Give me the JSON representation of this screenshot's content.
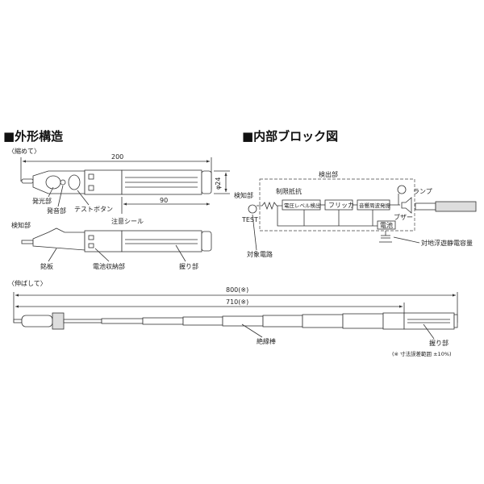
{
  "exterior": {
    "heading": "■外形構造",
    "retracted": "〈縮めて〉",
    "dim_total": "200",
    "dim_grip": "90",
    "dim_dia": "φ24",
    "labels": {
      "light": "発光部",
      "sound": "発音部",
      "test_button": "テストボタン",
      "detector": "検知部",
      "caution_seal": "注意シール",
      "nameplate": "銘板",
      "battery": "電池収納部",
      "grip": "握り部"
    },
    "extended": "〈伸ばして〉",
    "dim_ext_total": "800(※)",
    "dim_ext_rod": "710(※)",
    "insulating_rod": "絶縁棒",
    "grip2": "握り部",
    "note": "(※ 寸法誤差範囲 ±10%)"
  },
  "block": {
    "heading": "■内部ブロック図",
    "detection_unit": "検出部",
    "detector": "検知部",
    "resistor": "制限抵抗",
    "test": "TEST",
    "voltage_detect": "電圧レベル検出",
    "flicker": "フリッカ",
    "oscillator": "音響周波発振",
    "battery": "電池",
    "lamp": "ランプ",
    "buzzer": "ブザー",
    "target": "対象電路",
    "capacitance": "対地浮遊静電容量"
  }
}
